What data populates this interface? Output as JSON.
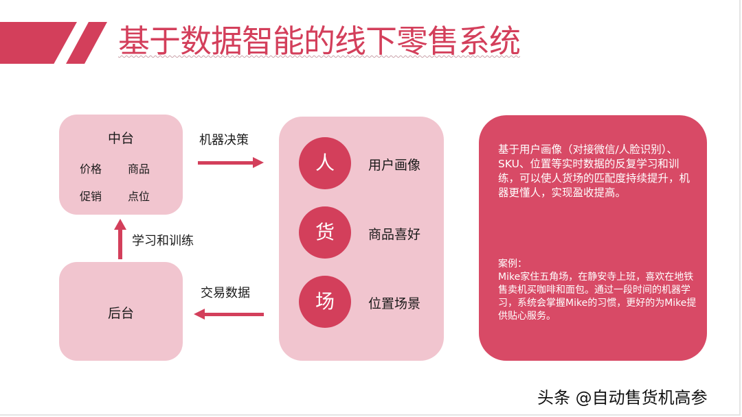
{
  "title": "基于数据智能的线下零售系统",
  "colors": {
    "accent": "#d33f5b",
    "box_light": "#f1c5cf",
    "info_box": "#d84a66"
  },
  "middle_platform": {
    "title": "中台",
    "items": [
      "价格",
      "商品",
      "促销",
      "点位"
    ]
  },
  "back_platform": {
    "title": "后台"
  },
  "edges": {
    "machine_decision": "机器决策",
    "learning_training": "学习和训练",
    "transaction_data": "交易数据"
  },
  "center": {
    "rows": [
      {
        "circle": "人",
        "label": "用户画像"
      },
      {
        "circle": "货",
        "label": "商品喜好"
      },
      {
        "circle": "场",
        "label": "位置场景"
      }
    ]
  },
  "info": {
    "paragraph": "基于用户画像（对接微信/人脸识别）、SKU、位置等实时数据的反复学习和训练，可以使人货场的匹配度持续提升，机器更懂人，实现盈收提高。",
    "case_title": "案例：",
    "case_text": "Mike家住五角场，在静安寺上班，喜欢在地铁售卖机买咖啡和面包。通过一段时间的机器学习，系统会掌握Mike的习惯，更好的为Mike提供贴心服务。"
  },
  "watermark": "头条 @自动售货机高参"
}
